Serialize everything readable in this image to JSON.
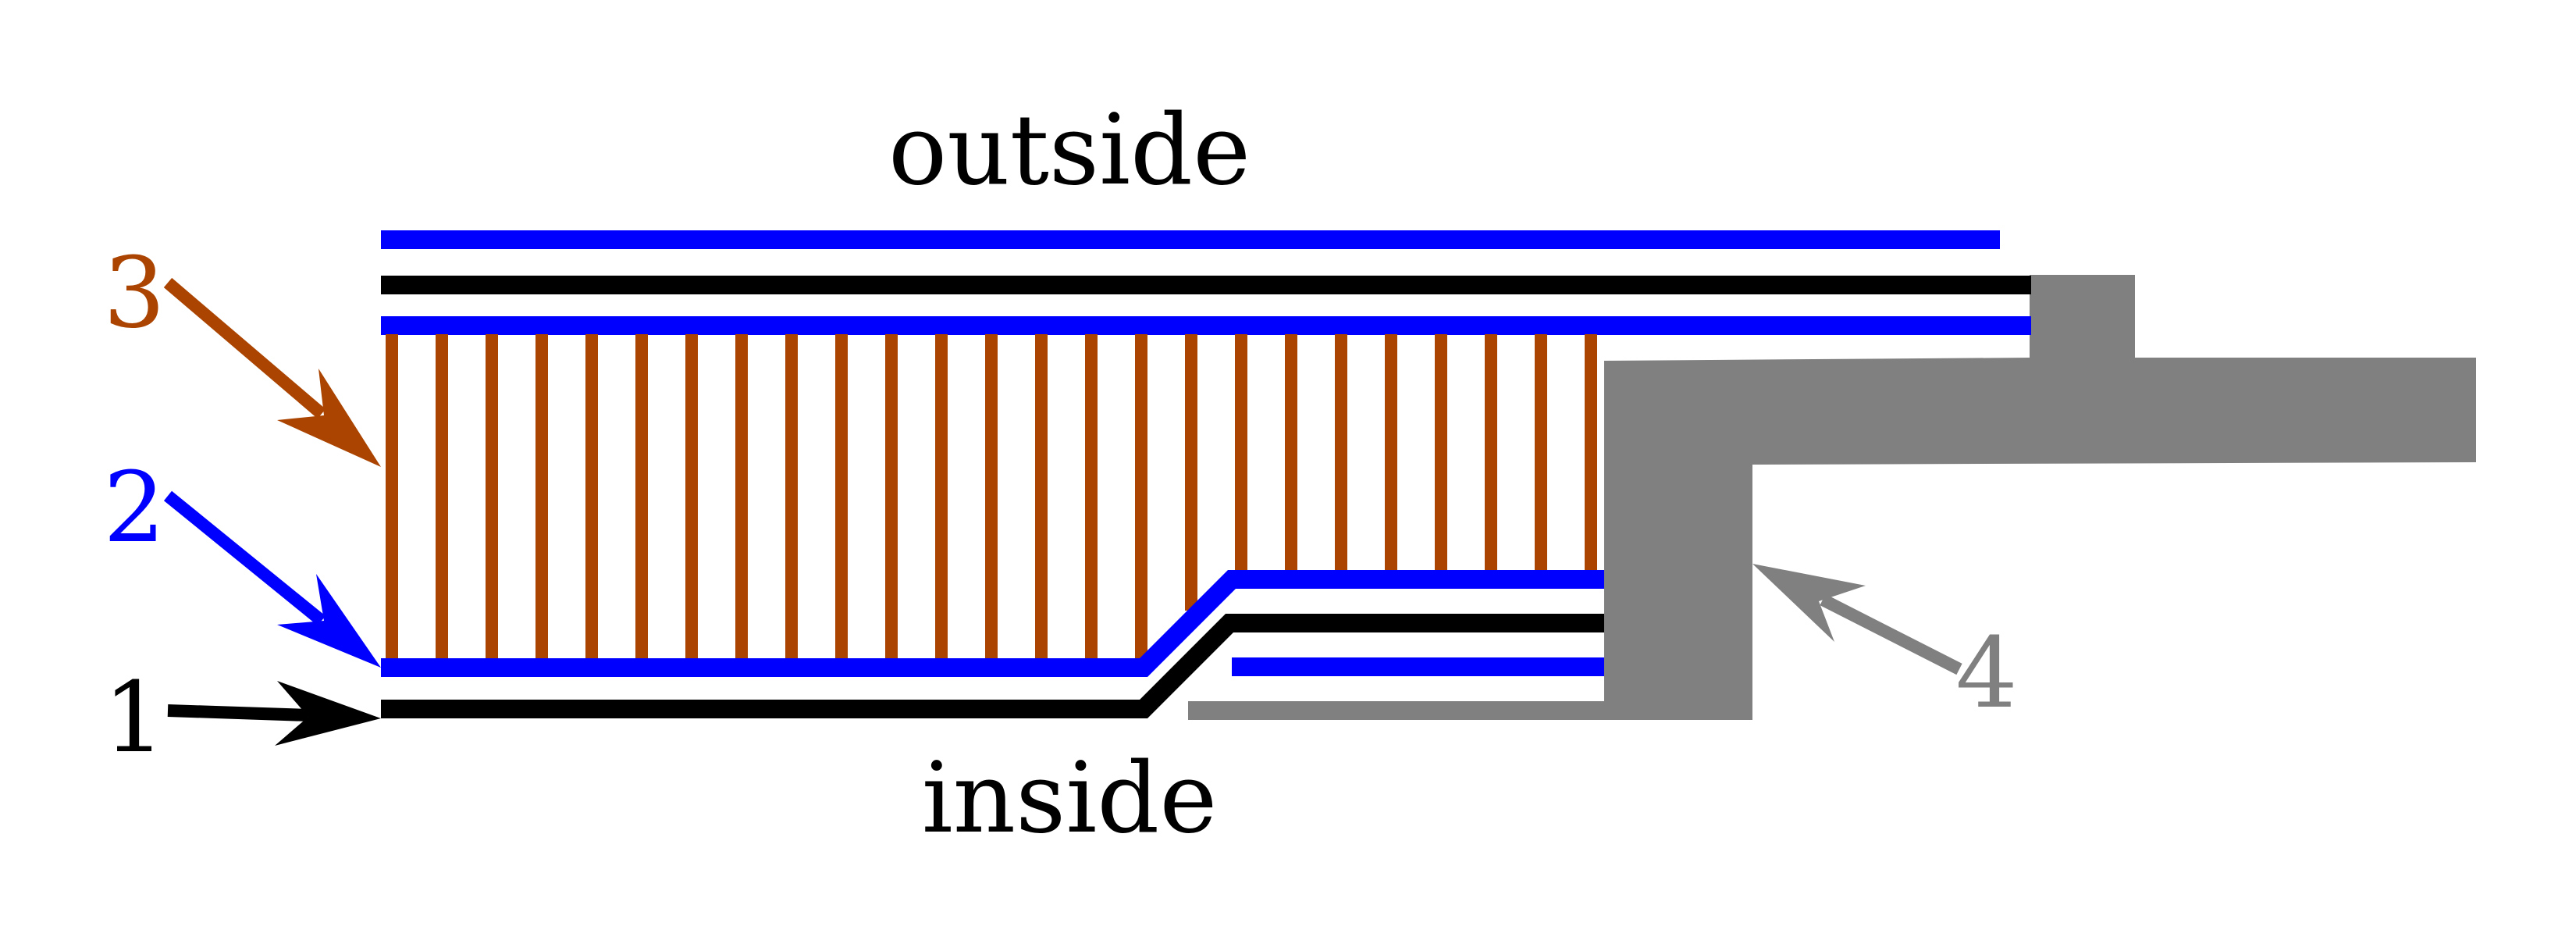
{
  "labels": {
    "top": "outside",
    "bottom": "inside",
    "n1": "1",
    "n2": "2",
    "n3": "3",
    "n4": "4"
  },
  "colors": {
    "blue": "#0000ff",
    "black": "#000000",
    "rust": "#aa4400",
    "gray": "#808080",
    "background": "#ffffff"
  },
  "rib_count": 25
}
